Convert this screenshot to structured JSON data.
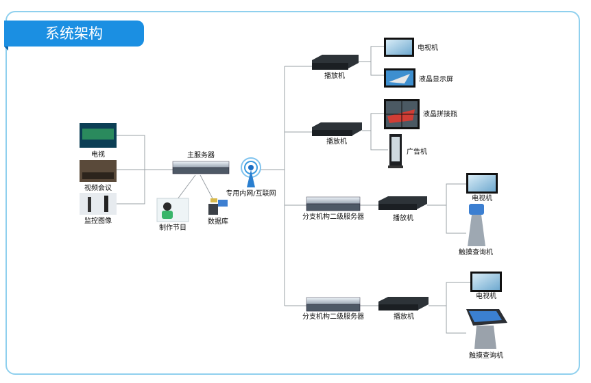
{
  "title": "系统架构",
  "colors": {
    "accent": "#1b8fe2",
    "frame": "#8fd0ee",
    "line": "#9aa0a6"
  },
  "nodes": {
    "src_tv": "电视",
    "src_video_conf": "视频会议",
    "src_surveillance": "监控图像",
    "main_server": "主服务器",
    "production": "制作节目",
    "database": "数据库",
    "network": "专用内网/互联网",
    "player_1": "播放机",
    "player_2": "播放机",
    "player_3": "播放机",
    "player_4": "播放机",
    "tv_1": "电视机",
    "lcd": "液晶显示屏",
    "lcd_splice": "液晶拼接瓶",
    "ad_machine": "广告机",
    "branch_server_1": "分支机构二级服务器",
    "branch_server_2": "分支机构二级服务器",
    "tv_2": "电视机",
    "kiosk_1": "触摸查询机",
    "tv_3": "电视机",
    "kiosk_2": "触摸查询机"
  }
}
